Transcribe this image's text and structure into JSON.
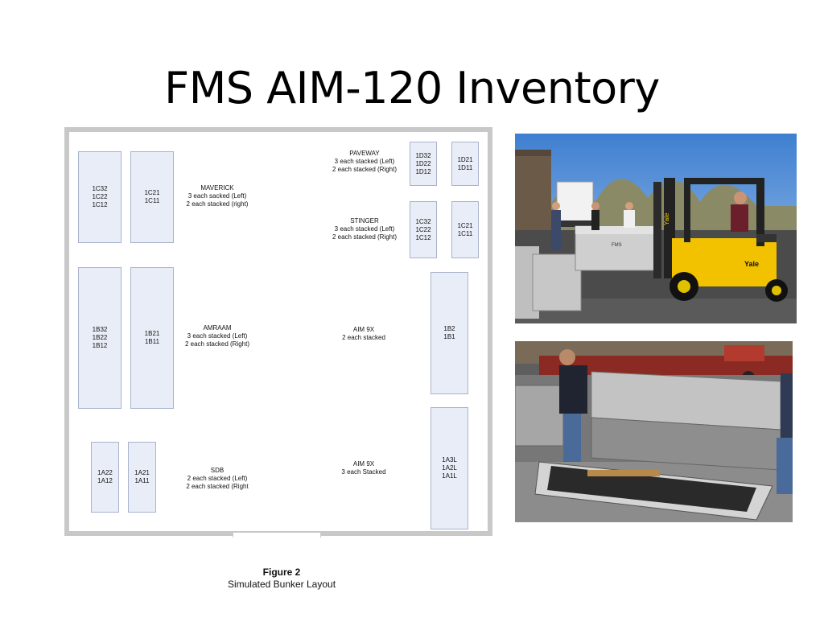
{
  "title": "FMS AIM-120 Inventory",
  "bunker": {
    "bays": {
      "c3": [
        "1C32",
        "1C22",
        "1C12"
      ],
      "c2": [
        "1C21",
        "1C11"
      ],
      "b3": [
        "1B32",
        "1B22",
        "1B12"
      ],
      "b2": [
        "1B21",
        "1B11"
      ],
      "a2": [
        "1A22",
        "1A12"
      ],
      "a1": [
        "1A21",
        "1A11"
      ],
      "d3": [
        "1D32",
        "1D22",
        "1D12"
      ],
      "d2": [
        "1D21",
        "1D11"
      ],
      "c3r": [
        "1C32",
        "1C22",
        "1C12"
      ],
      "c2r": [
        "1C21",
        "1C11"
      ],
      "br": [
        "1B2",
        "1B1"
      ],
      "ar": [
        "1A3L",
        "1A2L",
        "1A1L"
      ]
    },
    "labels": {
      "maverick": [
        "MAVERICK",
        "3 each sacked (Left)",
        "2 each stacked (right)"
      ],
      "paveway": [
        "PAVEWAY",
        "3 each stacked (Left)",
        "2 each stacked (Right)"
      ],
      "stinger": [
        "STINGER",
        "3 each stacked (Left)",
        "2 each stacked (Right)"
      ],
      "amraam": [
        "AMRAAM",
        "3 each stacked (Left)",
        "2 each stacked (Right)"
      ],
      "aim9x_upper": [
        "AIM 9X",
        "2 each stacked"
      ],
      "sdb": [
        "SDB",
        "2 each stacked (Left)",
        "2 each stacked (Right"
      ],
      "aim9x_lower": [
        "AIM 9X",
        "3 each Stacked"
      ]
    }
  },
  "photos": {
    "top_sign": "Yale",
    "top_sign2": "Yale",
    "top_crate": "FMS"
  },
  "caption": {
    "figure": "Figure 2",
    "text": "Simulated Bunker Layout"
  },
  "colors": {
    "bay_fill": "#e9edf7",
    "bay_border": "#a9b3cc",
    "bunker_wall": "#c8c8c8",
    "forklift_yellow": "#f2c200"
  }
}
